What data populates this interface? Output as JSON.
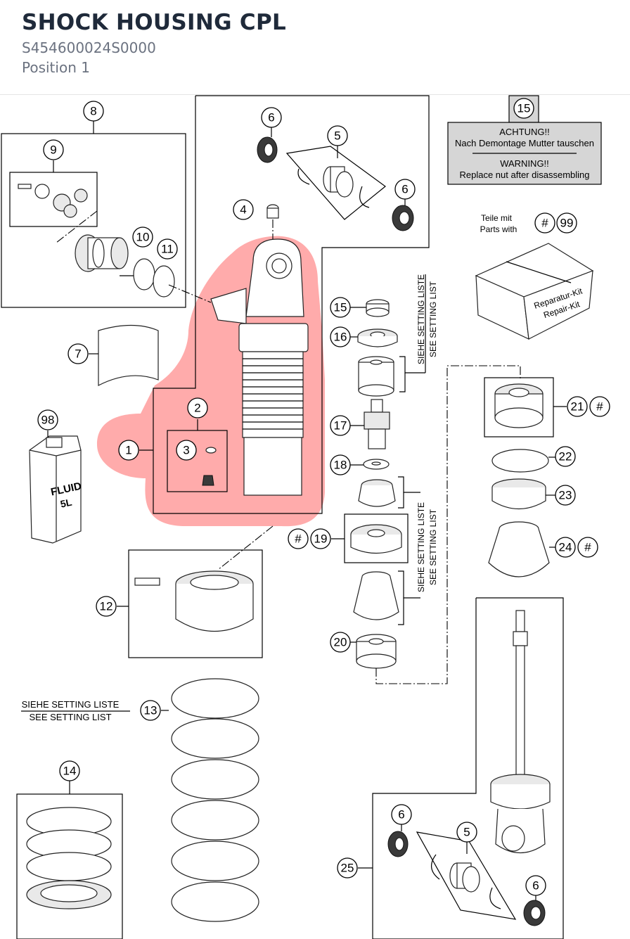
{
  "header": {
    "title": "SHOCK HOUSING CPL",
    "part_number": "S454600024S0000",
    "position": "Position 1"
  },
  "warning_box": {
    "callout": "15",
    "line_de_1": "ACHTUNG!!",
    "line_de_2": "Nach Demontage Mutter tauschen",
    "line_en_1": "WARNING!!",
    "line_en_2": "Replace nut after disassembling"
  },
  "repair_kit": {
    "label_de": "Teile mit",
    "label_en": "Parts with",
    "hash": "#",
    "callout": "99",
    "box_text_1": "Reparatur-Kit",
    "box_text_2": "Repair-Kit"
  },
  "fluid_can": {
    "callout": "98",
    "text_1": "FLUID",
    "text_2": "5L"
  },
  "setting_list": {
    "de": "SIEHE SETTING LISTE",
    "en": "SEE SETTING LIST"
  },
  "callouts": {
    "c1": "1",
    "c2": "2",
    "c3": "3",
    "c4": "4",
    "c5a": "5",
    "c5b": "5",
    "c6a": "6",
    "c6b": "6",
    "c6c": "6",
    "c6d": "6",
    "c7": "7",
    "c8": "8",
    "c9": "9",
    "c10": "10",
    "c11": "11",
    "c12": "12",
    "c13": "13",
    "c14": "14",
    "c15": "15",
    "c16": "16",
    "c17": "17",
    "c18": "18",
    "c19": "19",
    "c20": "20",
    "c21": "21",
    "c22": "22",
    "c23": "23",
    "c24": "24",
    "c25": "25",
    "hash": "#"
  },
  "colors": {
    "highlight": "#ff8a8a",
    "title": "#1f2a3a",
    "subtitle": "#6b7280",
    "note_box": "#d6d6d6"
  }
}
